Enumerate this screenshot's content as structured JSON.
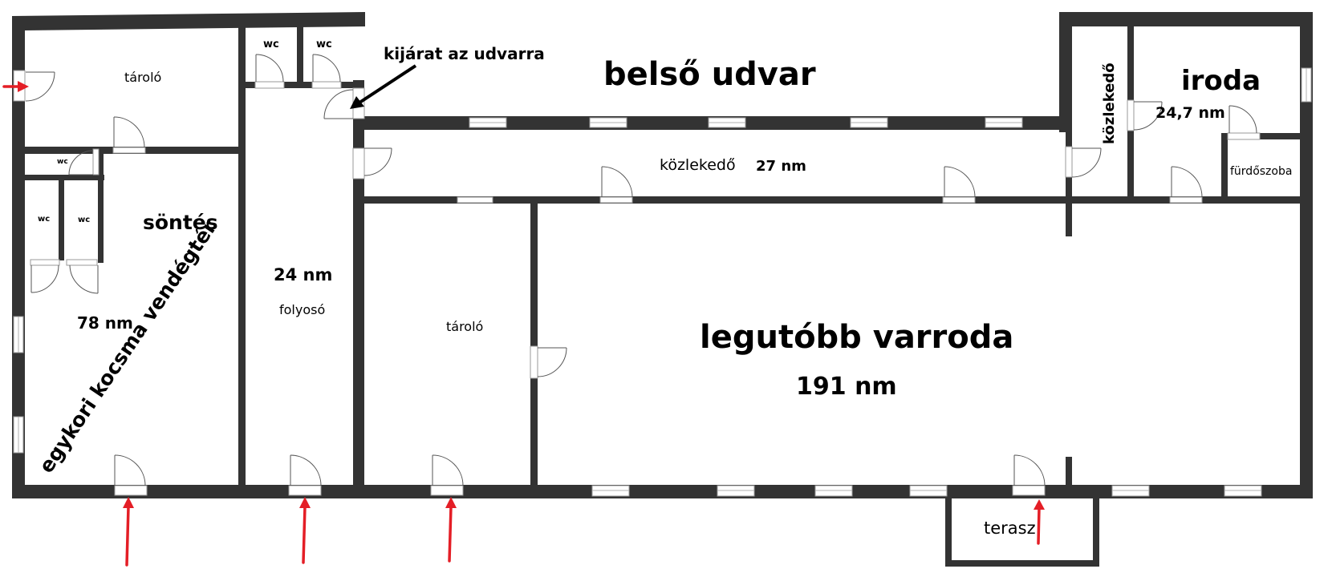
{
  "plan": {
    "courtyard": "belső udvar",
    "exit_note": "kijárat az udvarra",
    "storage_top": "tároló",
    "wc": "wc",
    "bar": "söntés",
    "guest_area": "egykori kocsma vendégtér",
    "guest_area_size": "78 nm",
    "hallway_size": "24 nm",
    "hallway": "folyosó",
    "storage_mid": "tároló",
    "corridor": "közlekedő",
    "corridor_size": "27 nm",
    "workshop": "legutóbb varroda",
    "workshop_size": "191 nm",
    "corridor_vertical": "közlekedő",
    "office": "iroda",
    "office_size": "24,7 nm",
    "bathroom": "fürdőszoba",
    "terrace": "terasz"
  },
  "colors": {
    "wall": "#333333",
    "entrance_arrow": "#e41e26",
    "label": "#000000"
  },
  "icons": {
    "entrance": "red-arrow-icon",
    "pointer": "black-arrow-icon",
    "door": "door-swing-icon",
    "window": "window-icon"
  }
}
